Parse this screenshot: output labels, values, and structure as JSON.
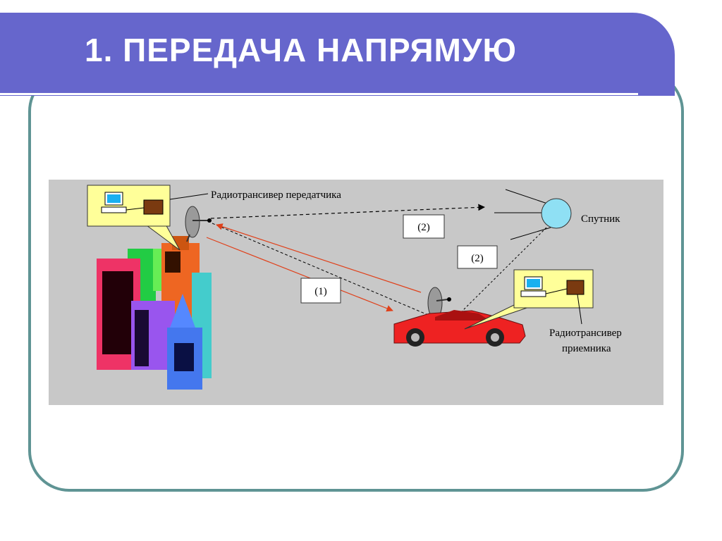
{
  "slide": {
    "title": "1. ПЕРЕДАЧА НАПРЯМУЮ"
  },
  "diagram": {
    "labels": {
      "transmitter": "Радиотрансивер передатчика",
      "satellite": "Спутник",
      "receiver_line1": "Радиотрансивер",
      "receiver_line2": "приемника"
    },
    "path_boxes": {
      "direct": "(1)",
      "via_satellite_up": "(2)",
      "via_satellite_down": "(2)"
    }
  },
  "colors": {
    "title_bar": "#6666cc",
    "frame": "#5f9494",
    "diagram_bg": "#c8c8c8",
    "direct_signal": "#e0401a",
    "callout": "#ffff99",
    "satellite": "#8fe0f4",
    "car": "#ee2222"
  }
}
